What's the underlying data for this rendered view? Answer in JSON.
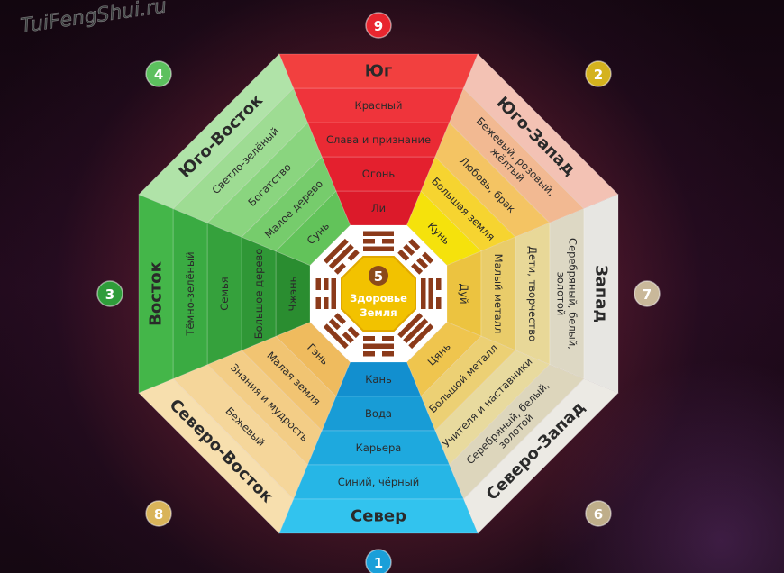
{
  "watermark": "TuiFengShui.ru",
  "center": {
    "number": "5",
    "line1": "Здоровье",
    "line2": "Земля",
    "color": "#f2c200"
  },
  "sectors": [
    {
      "id": "south",
      "number": "9",
      "label": "Юг",
      "bands": [
        "Ли",
        "Огонь",
        "Слава и признание",
        "Красный"
      ],
      "colors": [
        "#dc1a2a",
        "#e4202e",
        "#ea2a34",
        "#ef343b",
        "#f2403f"
      ],
      "badge": "#e8262f"
    },
    {
      "id": "southwest",
      "number": "2",
      "label": "Юго-Запад",
      "bands": [
        "Кунь",
        "Большая земля",
        "Любовь, брак",
        "Бежевый, розовый, жёлтый"
      ],
      "colors": [
        "#f5e20c",
        "#f6d430",
        "#f4c463",
        "#f2b992",
        "#f3c2b4"
      ],
      "badge": "#d4b21e"
    },
    {
      "id": "west",
      "number": "7",
      "label": "Запад",
      "bands": [
        "Дуй",
        "Малый металл",
        "Дети, творчество",
        "Серебряный, белый, золотой"
      ],
      "colors": [
        "#ecc340",
        "#e9cc6a",
        "#e8d898",
        "#ddd8c4",
        "#e7e6e2"
      ],
      "badge": "#c9b89a"
    },
    {
      "id": "northwest",
      "number": "6",
      "label": "Северо-Запад",
      "bands": [
        "Цянь",
        "Большой металл",
        "Учителя и наставники",
        "Серебряный, белый, золотой"
      ],
      "colors": [
        "#efc54e",
        "#ecd074",
        "#e8da9e",
        "#ddd6bc",
        "#eceae4"
      ],
      "badge": "#bfae8a"
    },
    {
      "id": "north",
      "number": "1",
      "label": "Север",
      "bands": [
        "Кань",
        "Вода",
        "Карьера",
        "Синий, чёрный"
      ],
      "colors": [
        "#128fcf",
        "#189cd6",
        "#1ea9de",
        "#26b6e6",
        "#32c3ee"
      ],
      "badge": "#1a9fd9"
    },
    {
      "id": "northeast",
      "number": "8",
      "label": "Северо-Восток",
      "bands": [
        "Гэнь",
        "Малая земля",
        "Знания и мудрость",
        "Бежевый"
      ],
      "colors": [
        "#efbb5e",
        "#f1c472",
        "#f3cd86",
        "#f5d69a",
        "#f7dfae"
      ],
      "badge": "#d9b45a"
    },
    {
      "id": "east",
      "number": "3",
      "label": "Восток",
      "bands": [
        "Чжэнь",
        "Большое дерево",
        "Семья",
        "Тёмно-зелёный"
      ],
      "colors": [
        "#2a8d30",
        "#2f9736",
        "#35a13c",
        "#3aab42",
        "#44b649"
      ],
      "badge": "#2f9d3a"
    },
    {
      "id": "southeast",
      "number": "4",
      "label": "Юго-Восток",
      "bands": [
        "Сунь",
        "Малое дерево",
        "Богатство",
        "Светло-зелёный"
      ],
      "colors": [
        "#62c35a",
        "#76cc6c",
        "#8ad57f",
        "#9edc93",
        "#b0e3a8"
      ],
      "badge": "#5cc05e"
    }
  ]
}
